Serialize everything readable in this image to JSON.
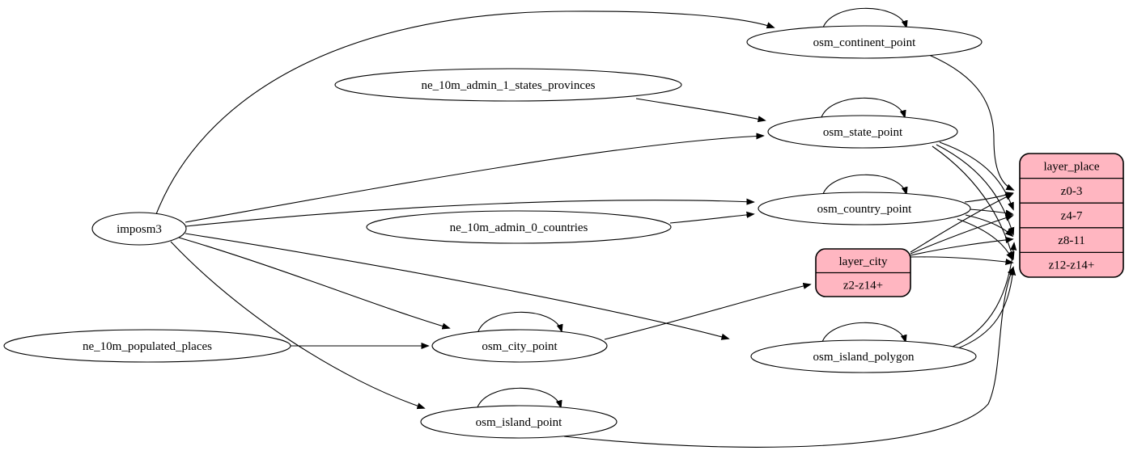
{
  "diagram": {
    "background": "#ffffff",
    "node_fill": "#ffffff",
    "record_fill": "#ffb6c1",
    "stroke_color": "#000000",
    "nodes": [
      {
        "id": "imposm3",
        "kind": "ellipse",
        "label": "imposm3"
      },
      {
        "id": "ne_10m_admin_1_states_provinces",
        "kind": "ellipse",
        "label": "ne_10m_admin_1_states_provinces"
      },
      {
        "id": "ne_10m_admin_0_countries",
        "kind": "ellipse",
        "label": "ne_10m_admin_0_countries"
      },
      {
        "id": "ne_10m_populated_places",
        "kind": "ellipse",
        "label": "ne_10m_populated_places"
      },
      {
        "id": "osm_continent_point",
        "kind": "ellipse",
        "label": "osm_continent_point"
      },
      {
        "id": "osm_state_point",
        "kind": "ellipse",
        "label": "osm_state_point"
      },
      {
        "id": "osm_country_point",
        "kind": "ellipse",
        "label": "osm_country_point"
      },
      {
        "id": "osm_city_point",
        "kind": "ellipse",
        "label": "osm_city_point"
      },
      {
        "id": "osm_island_polygon",
        "kind": "ellipse",
        "label": "osm_island_polygon"
      },
      {
        "id": "osm_island_point",
        "kind": "ellipse",
        "label": "osm_island_point"
      },
      {
        "id": "layer_city",
        "kind": "record",
        "rows": [
          "layer_city",
          "z2-z14+"
        ]
      },
      {
        "id": "layer_place",
        "kind": "record",
        "rows": [
          "layer_place",
          "z0-3",
          "z4-7",
          "z8-11",
          "z12-z14+"
        ]
      }
    ],
    "self_loop_nodes": [
      "osm_continent_point",
      "osm_state_point",
      "osm_country_point",
      "osm_city_point",
      "osm_island_polygon",
      "osm_island_point"
    ],
    "edges": [
      {
        "from": "imposm3",
        "to": "osm_continent_point"
      },
      {
        "from": "imposm3",
        "to": "osm_state_point"
      },
      {
        "from": "imposm3",
        "to": "osm_country_point"
      },
      {
        "from": "imposm3",
        "to": "osm_city_point"
      },
      {
        "from": "imposm3",
        "to": "osm_island_point"
      },
      {
        "from": "imposm3",
        "to": "osm_island_polygon"
      },
      {
        "from": "ne_10m_admin_1_states_provinces",
        "to": "osm_state_point"
      },
      {
        "from": "ne_10m_admin_0_countries",
        "to": "osm_country_point"
      },
      {
        "from": "ne_10m_populated_places",
        "to": "osm_city_point"
      },
      {
        "from": "osm_continent_point",
        "to": "layer_place:z0-3"
      },
      {
        "from": "osm_state_point",
        "to": "layer_place:z4-7"
      },
      {
        "from": "osm_state_point",
        "to": "layer_place:z8-11"
      },
      {
        "from": "osm_state_point",
        "to": "layer_place:z12-z14+"
      },
      {
        "from": "osm_country_point",
        "to": "layer_place:z0-3"
      },
      {
        "from": "osm_country_point",
        "to": "layer_place:z4-7"
      },
      {
        "from": "osm_country_point",
        "to": "layer_place:z8-11"
      },
      {
        "from": "osm_country_point",
        "to": "layer_place:z12-z14+"
      },
      {
        "from": "osm_city_point",
        "to": "layer_city:z2-z14+"
      },
      {
        "from": "layer_city",
        "to": "layer_place:z0-3"
      },
      {
        "from": "layer_city",
        "to": "layer_place:z4-7"
      },
      {
        "from": "layer_city",
        "to": "layer_place:z8-11"
      },
      {
        "from": "layer_city",
        "to": "layer_place:z12-z14+"
      },
      {
        "from": "osm_island_polygon",
        "to": "layer_place:z8-11"
      },
      {
        "from": "osm_island_polygon",
        "to": "layer_place:z12-z14+"
      },
      {
        "from": "osm_island_point",
        "to": "layer_place:z12-z14+"
      }
    ]
  }
}
